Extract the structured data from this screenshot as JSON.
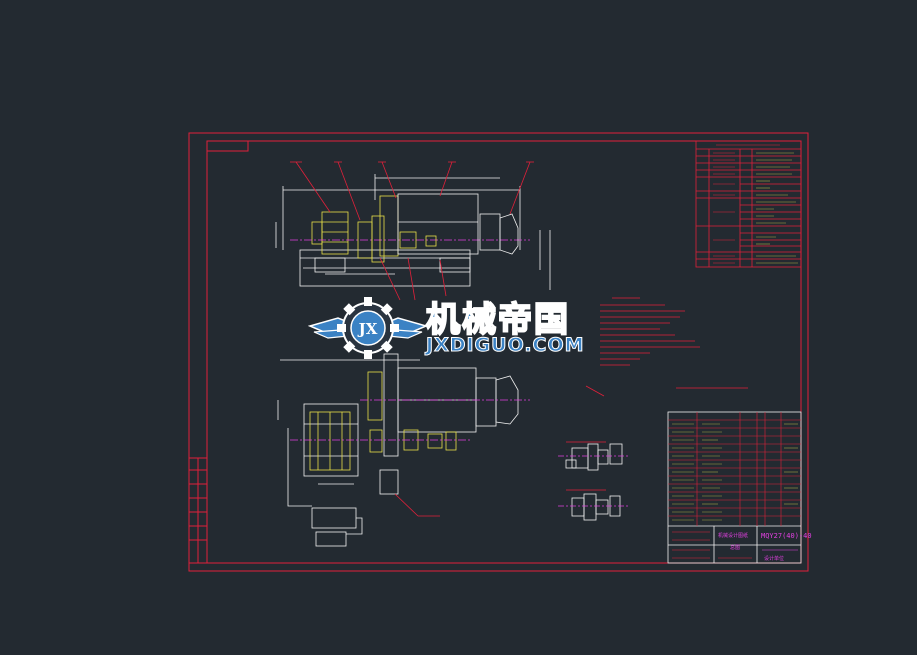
{
  "colors": {
    "background": "#232a31",
    "border": "#e0203a",
    "line_white": "#f2f2f2",
    "magenta": "#e040e0",
    "yellow": "#e8e04a",
    "cyan": "#40d0e0",
    "watermark_blue": "#3b82c4"
  },
  "watermark": {
    "title": "机械帝国",
    "subtitle": "JXDIGUO.COM",
    "emblem_letters": "JX",
    "emblem_icon": "gear-wings-emblem-icon"
  },
  "title_block": {
    "drawing_number": "MQY27(40)-40",
    "subtitle_text": "机械设计图纸",
    "company_text": "设计单位",
    "scale_label": "总图"
  }
}
